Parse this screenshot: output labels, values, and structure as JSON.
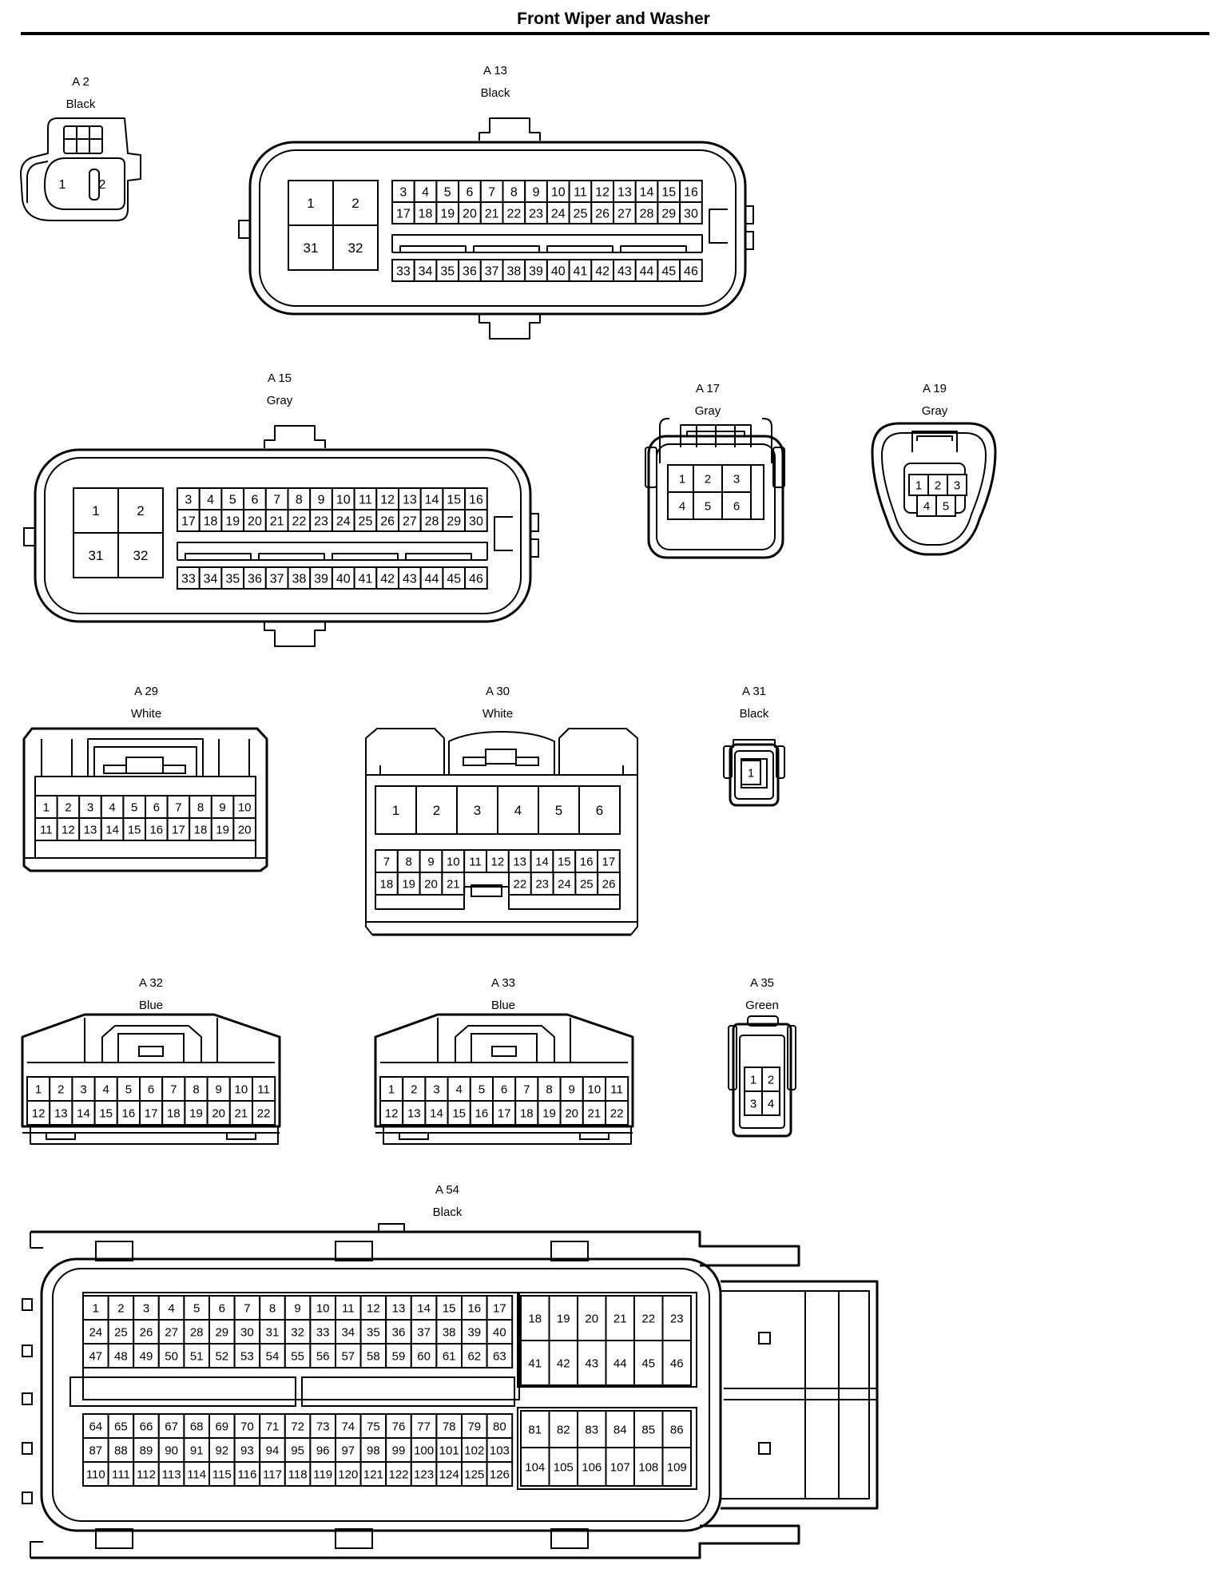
{
  "title": "Front Wiper and Washer",
  "connectors": [
    {
      "id": "A 2",
      "color": "Black",
      "pins": [
        "1",
        "2"
      ]
    },
    {
      "id": "A 13",
      "color": "Black",
      "pins": [
        "1",
        "2",
        "31",
        "32",
        "3",
        "4",
        "5",
        "6",
        "7",
        "8",
        "9",
        "10",
        "11",
        "12",
        "13",
        "14",
        "15",
        "16",
        "17",
        "18",
        "19",
        "20",
        "21",
        "22",
        "23",
        "24",
        "25",
        "26",
        "27",
        "28",
        "29",
        "30",
        "33",
        "34",
        "35",
        "36",
        "37",
        "38",
        "39",
        "40",
        "41",
        "42",
        "43",
        "44",
        "45",
        "46"
      ]
    },
    {
      "id": "A 15",
      "color": "Gray",
      "pins": [
        "1",
        "2",
        "31",
        "32",
        "3",
        "4",
        "5",
        "6",
        "7",
        "8",
        "9",
        "10",
        "11",
        "12",
        "13",
        "14",
        "15",
        "16",
        "17",
        "18",
        "19",
        "20",
        "21",
        "22",
        "23",
        "24",
        "25",
        "26",
        "27",
        "28",
        "29",
        "30",
        "33",
        "34",
        "35",
        "36",
        "37",
        "38",
        "39",
        "40",
        "41",
        "42",
        "43",
        "44",
        "45",
        "46"
      ]
    },
    {
      "id": "A 17",
      "color": "Gray",
      "pins": [
        "1",
        "2",
        "3",
        "4",
        "5",
        "6"
      ]
    },
    {
      "id": "A 19",
      "color": "Gray",
      "pins": [
        "1",
        "2",
        "3",
        "4",
        "5"
      ]
    },
    {
      "id": "A 29",
      "color": "White",
      "pins": [
        "1",
        "2",
        "3",
        "4",
        "5",
        "6",
        "7",
        "8",
        "9",
        "10",
        "11",
        "12",
        "13",
        "14",
        "15",
        "16",
        "17",
        "18",
        "19",
        "20"
      ]
    },
    {
      "id": "A 30",
      "color": "White",
      "pins": [
        "1",
        "2",
        "3",
        "4",
        "5",
        "6",
        "7",
        "8",
        "9",
        "10",
        "11",
        "12",
        "13",
        "14",
        "15",
        "16",
        "17",
        "18",
        "19",
        "20",
        "21",
        "22",
        "23",
        "24",
        "25",
        "26"
      ]
    },
    {
      "id": "A 31",
      "color": "Black",
      "pins": [
        "1"
      ]
    },
    {
      "id": "A 32",
      "color": "Blue",
      "pins": [
        "1",
        "2",
        "3",
        "4",
        "5",
        "6",
        "7",
        "8",
        "9",
        "10",
        "11",
        "12",
        "13",
        "14",
        "15",
        "16",
        "17",
        "18",
        "19",
        "20",
        "21",
        "22"
      ]
    },
    {
      "id": "A 33",
      "color": "Blue",
      "pins": [
        "1",
        "2",
        "3",
        "4",
        "5",
        "6",
        "7",
        "8",
        "9",
        "10",
        "11",
        "12",
        "13",
        "14",
        "15",
        "16",
        "17",
        "18",
        "19",
        "20",
        "21",
        "22"
      ]
    },
    {
      "id": "A 35",
      "color": "Green",
      "pins": [
        "1",
        "2",
        "3",
        "4"
      ]
    },
    {
      "id": "A 54",
      "color": "Black",
      "pins": [
        "1",
        "2",
        "3",
        "4",
        "5",
        "6",
        "7",
        "8",
        "9",
        "10",
        "11",
        "12",
        "13",
        "14",
        "15",
        "16",
        "17",
        "18",
        "19",
        "20",
        "21",
        "22",
        "23",
        "24",
        "25",
        "26",
        "27",
        "28",
        "29",
        "30",
        "31",
        "32",
        "33",
        "34",
        "35",
        "36",
        "37",
        "38",
        "39",
        "40",
        "41",
        "42",
        "43",
        "44",
        "45",
        "46",
        "47",
        "48",
        "49",
        "50",
        "51",
        "52",
        "53",
        "54",
        "55",
        "56",
        "57",
        "58",
        "59",
        "60",
        "61",
        "62",
        "63",
        "64",
        "65",
        "66",
        "67",
        "68",
        "69",
        "70",
        "71",
        "72",
        "73",
        "74",
        "75",
        "76",
        "77",
        "78",
        "79",
        "80",
        "81",
        "82",
        "83",
        "84",
        "85",
        "86",
        "87",
        "88",
        "89",
        "90",
        "91",
        "92",
        "93",
        "94",
        "95",
        "96",
        "97",
        "98",
        "99",
        "100",
        "101",
        "102",
        "103",
        "104",
        "105",
        "106",
        "107",
        "108",
        "109",
        "110",
        "111",
        "112",
        "113",
        "114",
        "115",
        "116",
        "117",
        "118",
        "119",
        "120",
        "121",
        "122",
        "123",
        "124",
        "125",
        "126"
      ]
    }
  ]
}
